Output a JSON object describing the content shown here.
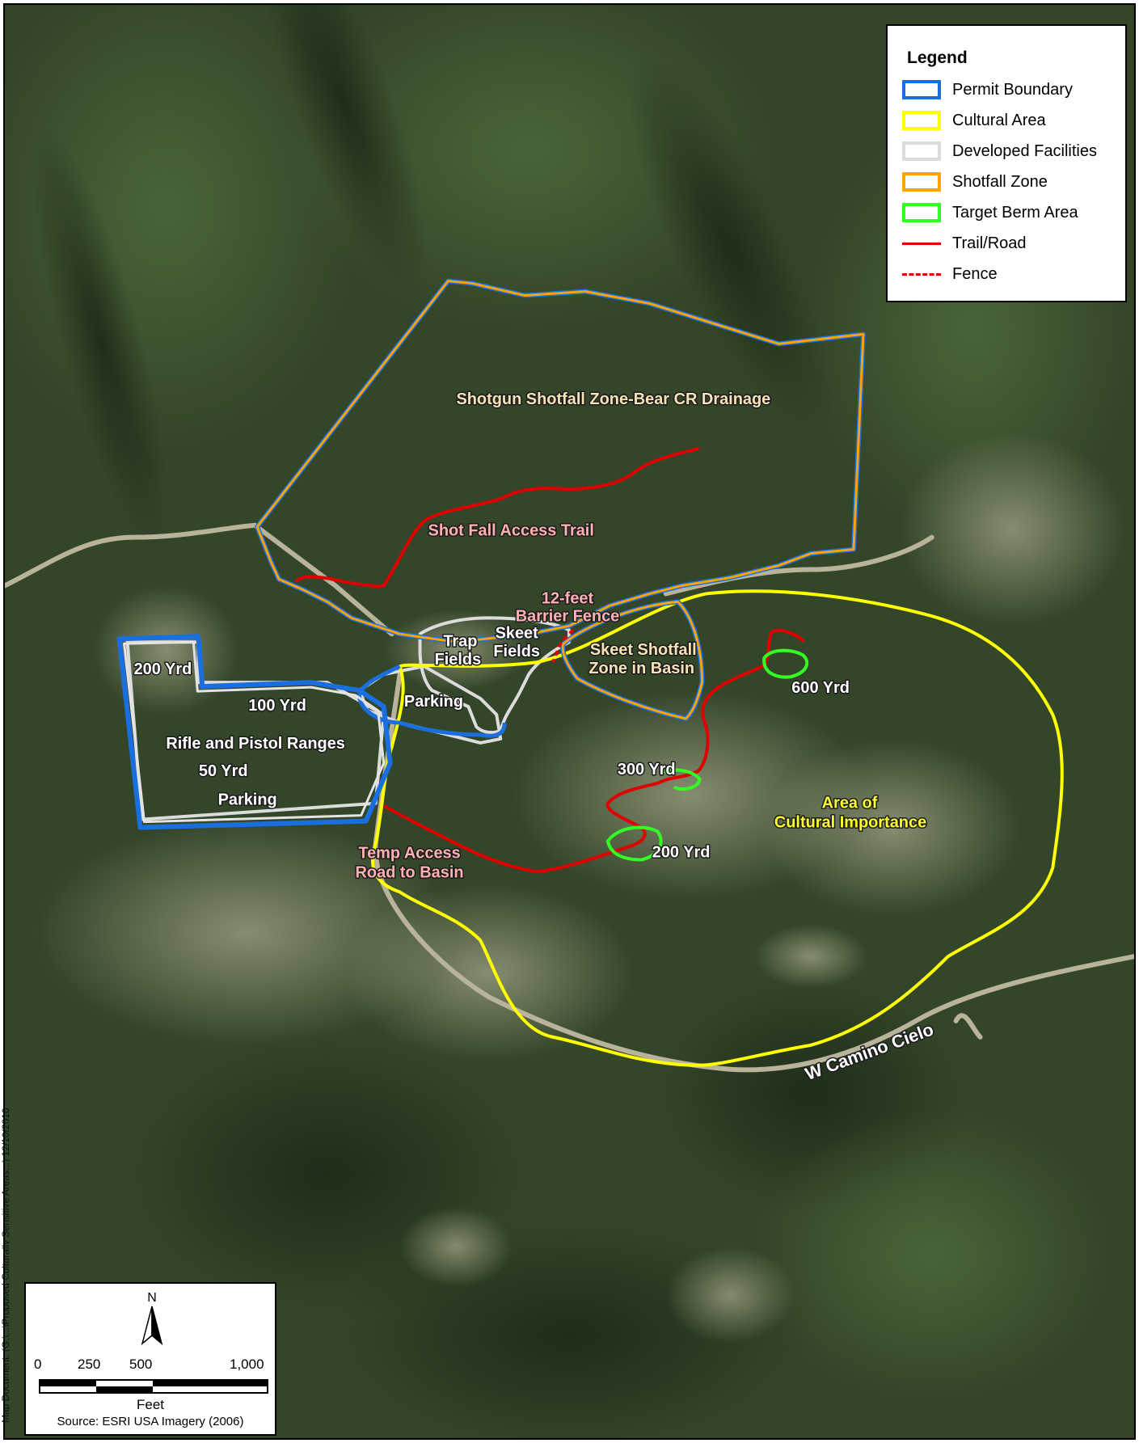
{
  "legend": {
    "title": "Legend",
    "items": [
      {
        "label": "Permit Boundary",
        "color": "#1a6fe0",
        "style": "box"
      },
      {
        "label": "Cultural Area",
        "color": "#ffff00",
        "style": "box"
      },
      {
        "label": "Developed Facilities",
        "color": "#dcdcdc",
        "style": "box"
      },
      {
        "label": "Shotfall Zone",
        "color": "#ffa300",
        "style": "box"
      },
      {
        "label": "Target Berm Area",
        "color": "#33ff22",
        "style": "box"
      },
      {
        "label": "Trail/Road",
        "color": "#e00000",
        "style": "line"
      },
      {
        "label": "Fence",
        "color": "#e00000",
        "style": "dashed"
      }
    ]
  },
  "labels": {
    "shotgun_zone": "Shotgun Shotfall Zone-Bear CR Drainage",
    "shot_fall_trail": "Shot Fall Access Trail",
    "fence_1": "12-feet",
    "fence_2": "Barrier Fence",
    "trap_1": "Trap",
    "trap_2": "Fields",
    "skeet_1": "Skeet",
    "skeet_2": "Fields",
    "skeet_zone_1": "Skeet Shotfall",
    "skeet_zone_2": "Zone in Basin",
    "parking_main": "Parking",
    "yrd_200_west": "200 Yrd",
    "yrd_100": "100 Yrd",
    "rifle_pistol": "Rifle and Pistol Ranges",
    "yrd_50": "50 Yrd",
    "parking_range": "Parking",
    "yrd_600": "600 Yrd",
    "yrd_300": "300 Yrd",
    "yrd_200_east": "200 Yrd",
    "cultural_1": "Area of",
    "cultural_2": "Cultural Importance",
    "temp_road_1": "Temp Access",
    "temp_road_2": "Road to Basin",
    "road_name": "W Camino Cielo"
  },
  "scale": {
    "north": "N",
    "ticks": [
      "0",
      "250",
      "500",
      "1,000"
    ],
    "unit": "Feet",
    "source": "Source: ESRI USA Imagery (2006)"
  },
  "side_text": "Map Document: (G:\\...\\Proposed Culturally Sensitive Areas...) 12/10/2010"
}
